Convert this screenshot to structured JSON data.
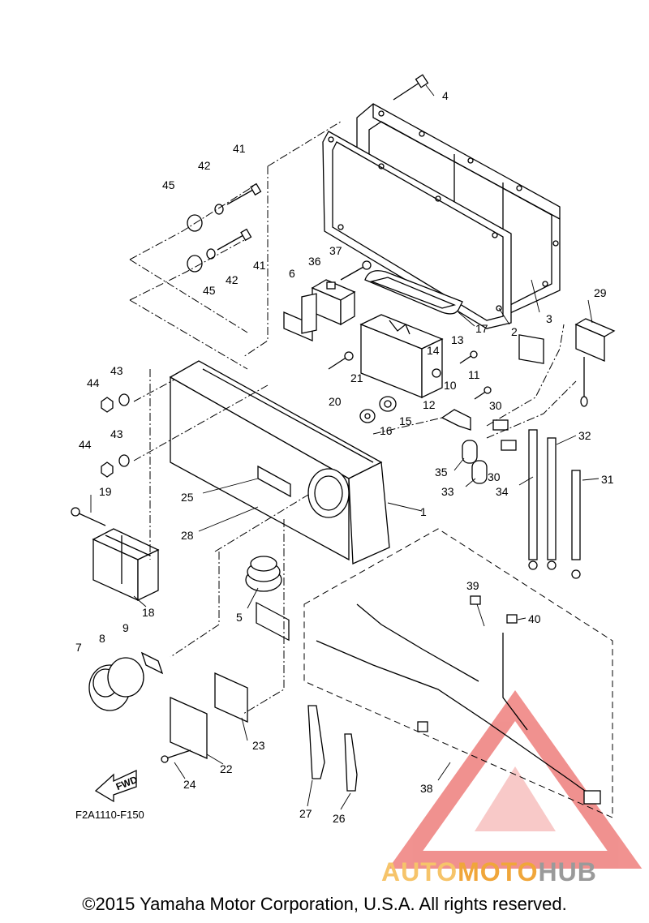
{
  "callouts": [
    {
      "n": "1",
      "label": "1"
    },
    {
      "n": "2",
      "label": "2"
    },
    {
      "n": "3",
      "label": "3"
    },
    {
      "n": "4",
      "label": "4"
    },
    {
      "n": "5",
      "label": "5"
    },
    {
      "n": "6",
      "label": "6"
    },
    {
      "n": "7",
      "label": "7"
    },
    {
      "n": "8",
      "label": "8"
    },
    {
      "n": "9",
      "label": "9"
    },
    {
      "n": "10",
      "label": "10"
    },
    {
      "n": "11",
      "label": "11"
    },
    {
      "n": "12",
      "label": "12"
    },
    {
      "n": "13",
      "label": "13"
    },
    {
      "n": "14",
      "label": "14"
    },
    {
      "n": "15",
      "label": "15"
    },
    {
      "n": "16",
      "label": "16"
    },
    {
      "n": "17",
      "label": "17"
    },
    {
      "n": "18",
      "label": "18"
    },
    {
      "n": "19",
      "label": "19"
    },
    {
      "n": "20",
      "label": "20"
    },
    {
      "n": "21",
      "label": "21"
    },
    {
      "n": "22",
      "label": "22"
    },
    {
      "n": "23",
      "label": "23"
    },
    {
      "n": "24",
      "label": "24"
    },
    {
      "n": "25",
      "label": "25"
    },
    {
      "n": "26",
      "label": "26"
    },
    {
      "n": "27",
      "label": "27"
    },
    {
      "n": "28",
      "label": "28"
    },
    {
      "n": "29",
      "label": "29"
    },
    {
      "n": "30a",
      "label": "30"
    },
    {
      "n": "30b",
      "label": "30"
    },
    {
      "n": "31",
      "label": "31"
    },
    {
      "n": "32",
      "label": "32"
    },
    {
      "n": "33",
      "label": "33"
    },
    {
      "n": "34",
      "label": "34"
    },
    {
      "n": "35",
      "label": "35"
    },
    {
      "n": "36",
      "label": "36"
    },
    {
      "n": "37",
      "label": "37"
    },
    {
      "n": "38",
      "label": "38"
    },
    {
      "n": "39",
      "label": "39"
    },
    {
      "n": "40",
      "label": "40"
    },
    {
      "n": "41a",
      "label": "41"
    },
    {
      "n": "41b",
      "label": "41"
    },
    {
      "n": "42a",
      "label": "42"
    },
    {
      "n": "42b",
      "label": "42"
    },
    {
      "n": "43a",
      "label": "43"
    },
    {
      "n": "43b",
      "label": "43"
    },
    {
      "n": "44a",
      "label": "44"
    },
    {
      "n": "44b",
      "label": "44"
    },
    {
      "n": "45a",
      "label": "45"
    },
    {
      "n": "45b",
      "label": "45"
    }
  ],
  "fwd_label": "FWD",
  "diagram_ref": "F2A1110-F150",
  "copyright": "©2015 Yamaha Motor Corporation, U.S.A. All rights reserved.",
  "watermark": {
    "part1": "AUTO",
    "part2": "MOTO",
    "part3": "HUB",
    "colors": {
      "triangle": "#e53935",
      "auto": "#f6c46a",
      "moto": "#f0a63a",
      "hub": "#9a9a9a"
    }
  }
}
